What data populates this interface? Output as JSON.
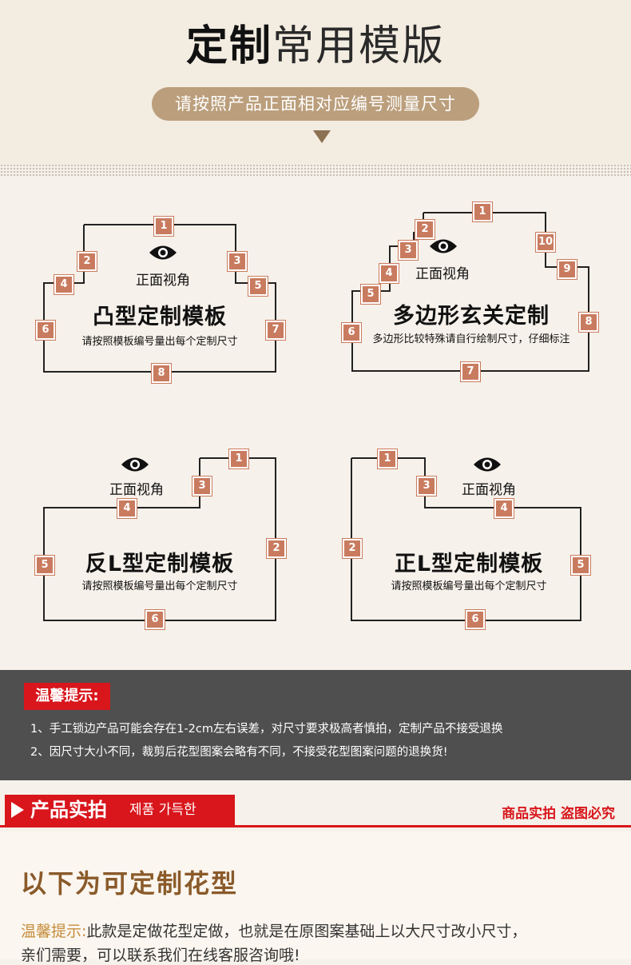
{
  "header": {
    "title_bold": "定制",
    "title_rest": "常用模版",
    "subtitle": "请按照产品正面相对应编号测量尺寸"
  },
  "templates": [
    {
      "key": "convex",
      "view_label": "正面视角",
      "name": "凸型定制模板",
      "note": "请按照模板编号量出每个定制尺寸",
      "numbers": [
        "1",
        "2",
        "3",
        "4",
        "5",
        "6",
        "7",
        "8"
      ]
    },
    {
      "key": "polygon",
      "view_label": "正面视角",
      "name": "多边形玄关定制",
      "note": "多边形比较特殊请自行绘制尺寸，仔细标注",
      "numbers": [
        "1",
        "2",
        "3",
        "4",
        "5",
        "6",
        "7",
        "8",
        "9",
        "10"
      ]
    },
    {
      "key": "reverse-l",
      "view_label": "正面视角",
      "name": "反L型定制模板",
      "note": "请按照模板编号量出每个定制尺寸",
      "numbers": [
        "1",
        "2",
        "3",
        "4",
        "5",
        "6"
      ]
    },
    {
      "key": "normal-l",
      "view_label": "正面视角",
      "name": "正L型定制模板",
      "note": "请按照模板编号量出每个定制尺寸",
      "numbers": [
        "1",
        "2",
        "3",
        "4",
        "5",
        "6"
      ]
    }
  ],
  "notice": {
    "title": "温馨提示:",
    "lines": [
      "1、手工锁边产品可能会存在1-2cm左右误差，对尺寸要求极高者慎拍，定制产品不接受退换",
      "2、因尺寸大小不同，裁剪后花型图案会略有不同，不接受花型图案问题的退换货!"
    ]
  },
  "section_band": {
    "label": "产品实拍",
    "korean": "제품 가득한",
    "right_text": "商品实拍 盗图必究"
  },
  "bottom": {
    "title": "以下为可定制花型",
    "tip_label": "温馨提示:",
    "tip_text": "此款是定做花型定做，也就是在原图案基础上以大尺寸改小尺寸，",
    "tip_text2": "亲们需要，可以联系我们在线客服咨询哦!"
  },
  "colors": {
    "badge": "#c97b5f",
    "pill": "#bb9f7c",
    "accent_red": "#d8161c",
    "notice_bg": "#4f4f4f"
  },
  "icons": [
    "eye-icon",
    "play-triangle-icon",
    "down-arrow-icon"
  ]
}
